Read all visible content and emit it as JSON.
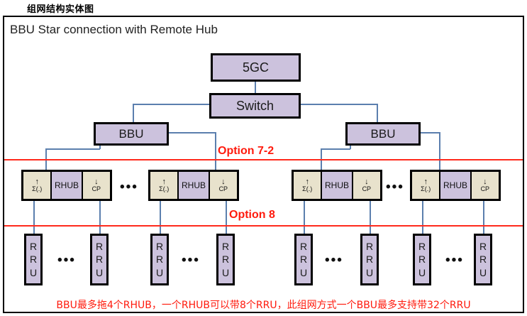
{
  "top_caption": "组网结构实体图",
  "diagram": {
    "title": "BBU Star connection with Remote Hub",
    "core_node": {
      "label": "5GC"
    },
    "switch_node": {
      "label": "Switch"
    },
    "bbu_nodes": [
      {
        "label": "BBU"
      },
      {
        "label": "BBU"
      }
    ],
    "rhub_groups": [
      {
        "up_arrow": "↑",
        "up_label": "Σ(.)",
        "center": "RHUB",
        "down_arrow": "↓",
        "down_label": "CP"
      },
      {
        "up_arrow": "↑",
        "up_label": "Σ(.)",
        "center": "RHUB",
        "down_arrow": "↓",
        "down_label": "CP"
      },
      {
        "up_arrow": "↑",
        "up_label": "Σ(.)",
        "center": "RHUB",
        "down_arrow": "↓",
        "down_label": "CP"
      },
      {
        "up_arrow": "↑",
        "up_label": "Σ(.)",
        "center": "RHUB",
        "down_arrow": "↓",
        "down_label": "CP"
      }
    ],
    "rru_nodes": [
      {
        "l1": "R",
        "l2": "R",
        "l3": "U"
      },
      {
        "l1": "R",
        "l2": "R",
        "l3": "U"
      },
      {
        "l1": "R",
        "l2": "R",
        "l3": "U"
      },
      {
        "l1": "R",
        "l2": "R",
        "l3": "U"
      },
      {
        "l1": "R",
        "l2": "R",
        "l3": "U"
      },
      {
        "l1": "R",
        "l2": "R",
        "l3": "U"
      },
      {
        "l1": "R",
        "l2": "R",
        "l3": "U"
      },
      {
        "l1": "R",
        "l2": "R",
        "l3": "U"
      }
    ],
    "ellipses": [
      "•••",
      "•••",
      "•••",
      "•••",
      "•••",
      "•••"
    ],
    "option_labels": [
      {
        "text": "Option 7-2"
      },
      {
        "text": "Option 8"
      }
    ],
    "footer_note": "BBU最多拖4个RHUB，一个RHUB可以带8个RRU，此组网方式一个BBU最多支持带32个RRU",
    "colors": {
      "node_fill": "#ccc2dd",
      "cell_fill": "#e8e2cc",
      "connector": "#5b7fae",
      "option_red": "#ff1a0d",
      "border": "#000000"
    }
  }
}
